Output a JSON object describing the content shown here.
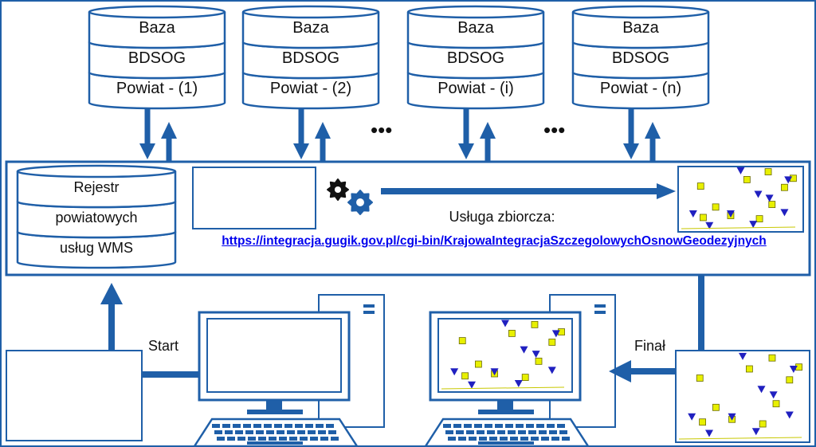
{
  "databases": [
    {
      "line1": "Baza",
      "line2": "BDSOG",
      "line3": "Powiat - (1)"
    },
    {
      "line1": "Baza",
      "line2": "BDSOG",
      "line3": "Powiat - (2)"
    },
    {
      "line1": "Baza",
      "line2": "BDSOG",
      "line3": "Powiat - (i)"
    },
    {
      "line1": "Baza",
      "line2": "BDSOG",
      "line3": "Powiat - (n)"
    }
  ],
  "ellipsis": "•••",
  "registry": {
    "line1": "Rejestr",
    "line2": "powiatowych",
    "line3": "usług WMS"
  },
  "service": {
    "label": "Usługa zbiorcza:",
    "url": "https://integracja.gugik.gov.pl/cgi-bin/KrajowaIntegracjaSzczegolowychOsnowGeodezyjnych"
  },
  "flow": {
    "start_label": "Start",
    "final_label": "Finał"
  },
  "colors": {
    "primary": "#1f5fa8",
    "marker_yellow": "#e8f000",
    "marker_blue": "#2020c0"
  },
  "icons": {
    "process": "gears-icon",
    "computer": "desktop-computer-icon",
    "database": "database-cylinder-icon"
  }
}
